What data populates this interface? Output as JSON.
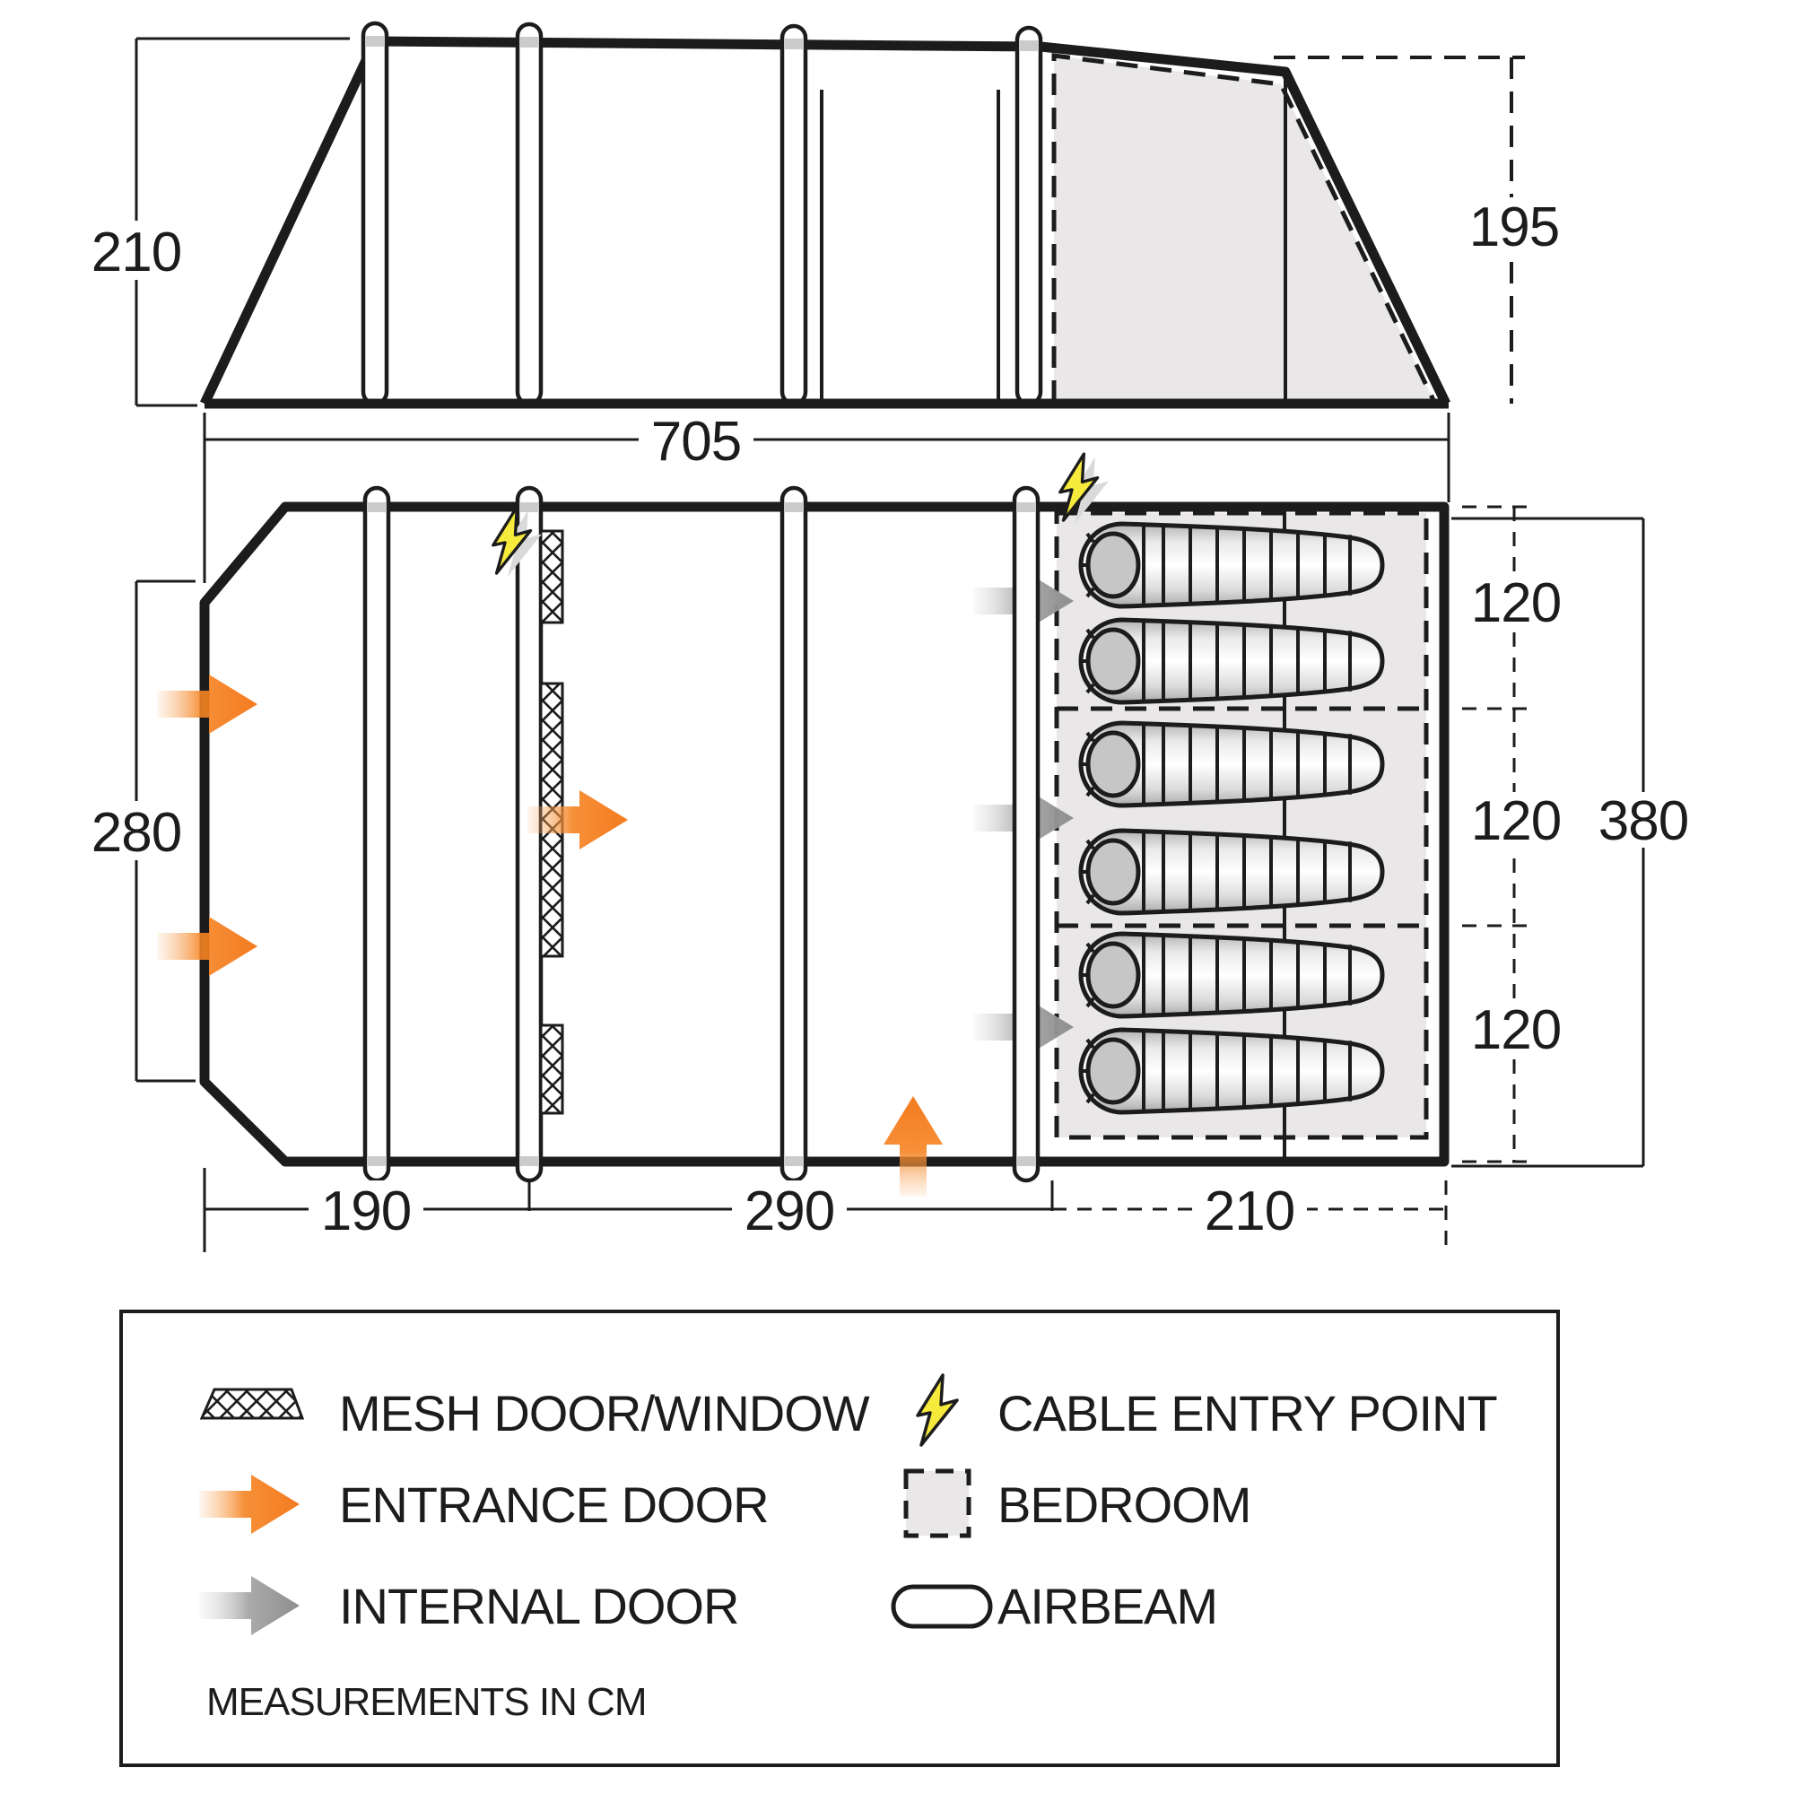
{
  "dimensions": {
    "side_height_left": "210",
    "side_height_right": "195",
    "overall_length": "705",
    "living_width": "280",
    "bottom_segments": [
      "190",
      "290",
      "210"
    ],
    "bedroom_sections": [
      "120",
      "120",
      "120"
    ],
    "bedroom_total": "380"
  },
  "legend": {
    "rows_left": [
      {
        "icon": "mesh-swatch",
        "label": "MESH DOOR/WINDOW"
      },
      {
        "icon": "entrance-door-arrow",
        "label": "ENTRANCE DOOR"
      },
      {
        "icon": "internal-door-arrow",
        "label": "INTERNAL DOOR"
      }
    ],
    "rows_right": [
      {
        "icon": "lightning-bolt",
        "label": "CABLE ENTRY POINT"
      },
      {
        "icon": "bedroom-swatch",
        "label": "BEDROOM"
      },
      {
        "icon": "airbeam-capsule",
        "label": "AIRBEAM"
      }
    ],
    "note": "MEASUREMENTS IN CM"
  },
  "colors": {
    "line": "#1c1c1c",
    "entrance_orange": "#f47b20",
    "internal_gray": "#8e8e8e",
    "cable_yellow": "#f6ea3c",
    "bedroom_fill": "#e9e7e7"
  }
}
